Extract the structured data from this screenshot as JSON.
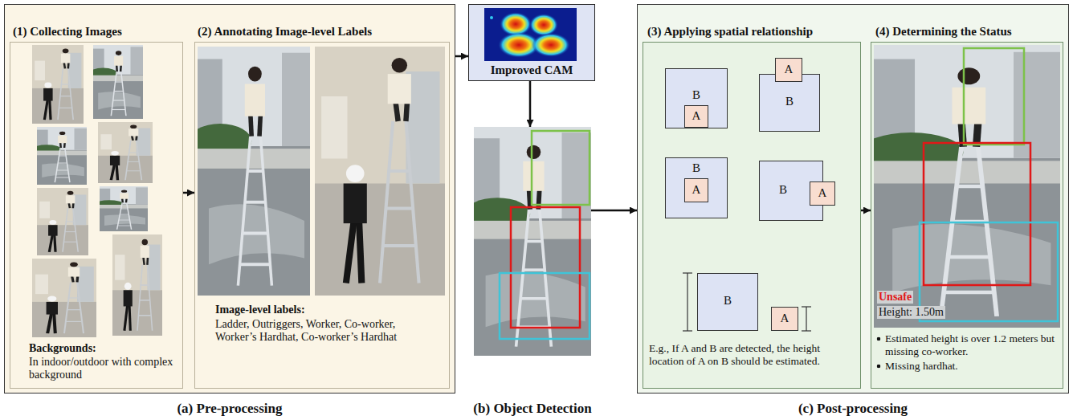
{
  "diagram": {
    "nodes": [
      {
        "text": [
          "(a) Pre-processing"
        ]
      },
      {
        "text": [
          "(1) Collecting Images",
          "Backgrounds:",
          "In indoor/outdoor with complex background"
        ],
        "in": 0
      },
      {
        "text": [
          "(2) Annotating Image-level Labels",
          "Image-level labels:",
          "Ladder, Outriggers, Worker, Co-worker, Worker’s Hardhat, Co-worker’s Hardhat"
        ],
        "in": 0
      },
      {
        "text": [
          "Improved CAM"
        ]
      },
      {
        "text": [
          "(b) Object Detection"
        ]
      },
      {
        "text": [
          "(c) Post-processing"
        ]
      },
      {
        "text": [
          "(3) Applying spatial relationship",
          "E.g., If A and B are detected, the height location of A on B should be estimated."
        ],
        "in": 5
      },
      {
        "text": [
          "B"
        ],
        "in": 6
      },
      {
        "text": [
          "A"
        ],
        "in": 7
      },
      {
        "text": [
          "B"
        ],
        "in": 6
      },
      {
        "text": [
          "A"
        ],
        "in": 6
      },
      {
        "text": [
          "B"
        ],
        "in": 6
      },
      {
        "text": [
          "A"
        ],
        "in": 11
      },
      {
        "text": [
          "B"
        ],
        "in": 6
      },
      {
        "text": [
          "A"
        ],
        "in": 6
      },
      {
        "text": [
          "B"
        ],
        "in": 6
      },
      {
        "text": [
          "A"
        ],
        "in": 6
      },
      {
        "text": [
          "(4) Determining the Status",
          "Estimated height is over 1.2 meters but missing co-worker.",
          "Missing hardhat."
        ],
        "in": 5
      }
    ],
    "edges": [
      {
        "from": 1,
        "to": 2,
        "arrow": "to"
      },
      {
        "from": 0,
        "to": 3,
        "arrow": "to"
      },
      {
        "from": 3,
        "to": 4,
        "arrow": "to"
      },
      {
        "from": 4,
        "to": 5,
        "arrow": "to"
      },
      {
        "from": 6,
        "to": 17,
        "arrow": "to"
      }
    ],
    "labels": [
      "Unsafe",
      "Height: 1.50m"
    ]
  }
}
